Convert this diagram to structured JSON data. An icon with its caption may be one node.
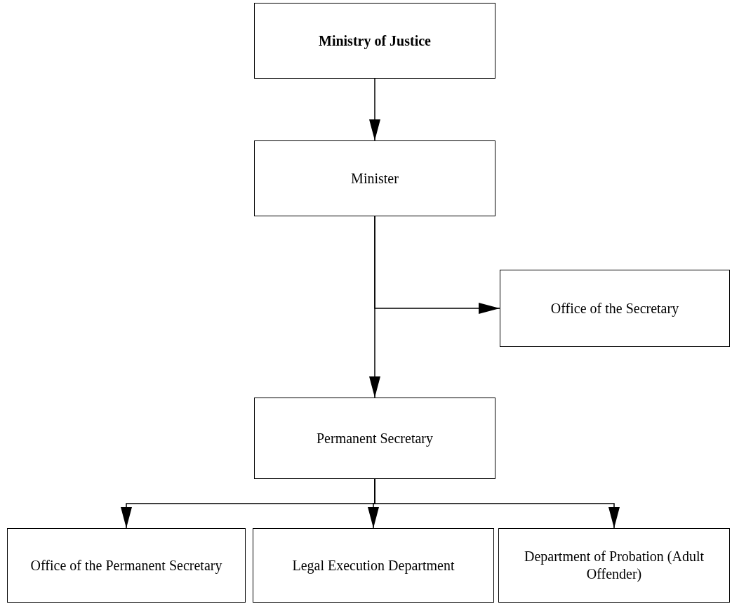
{
  "diagram": {
    "nodes": [
      {
        "text": [
          "Ministry of Justice"
        ]
      },
      {
        "text": [
          "Minister"
        ]
      },
      {
        "text": [
          "Office of the Secretary"
        ]
      },
      {
        "text": [
          "Permanent Secretary"
        ]
      },
      {
        "text": [
          "Office of the Permanent Secretary"
        ]
      },
      {
        "text": [
          "Legal Execution Department"
        ]
      },
      {
        "text": [
          "Department of Probation (Adult Offender)"
        ]
      }
    ],
    "edges": [
      {
        "from": 0,
        "to": 1,
        "arrow": "to"
      },
      {
        "from": 1,
        "to": 2,
        "arrow": "to"
      },
      {
        "from": 1,
        "to": 3,
        "arrow": "to"
      },
      {
        "from": 3,
        "to": 4,
        "arrow": "to"
      },
      {
        "from": 3,
        "to": 5,
        "arrow": "to"
      },
      {
        "from": 3,
        "to": 6,
        "arrow": "to"
      }
    ]
  }
}
